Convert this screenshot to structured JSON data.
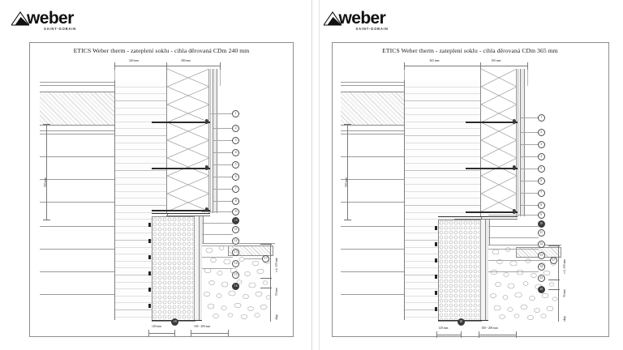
{
  "document": {
    "background": "#ffffff",
    "page_count": 2
  },
  "brand": {
    "name": "weber",
    "tagline": "SAINT-GOBAIN",
    "mark": "weber-triangle-logo-icon"
  },
  "pages": [
    {
      "id": "page-left",
      "title": "ETICS Weber therm - zateplení soklu - cihla děrovaná CDm 240 mm",
      "top_dimensions": [
        {
          "label": "240 mm"
        },
        {
          "label": "300 mm"
        }
      ],
      "left_dimension": {
        "label": "500 mm"
      },
      "bottom_dimensions": [
        {
          "label": "140 mm"
        },
        {
          "label": "100 - 200 mm"
        }
      ],
      "right_dimensions": [
        {
          "label": "o.b. 300 mm"
        },
        {
          "label": "50 mm"
        },
        {
          "label": "okap"
        }
      ],
      "callouts": [
        {
          "number": "1"
        },
        {
          "number": "2"
        },
        {
          "number": "3"
        },
        {
          "number": "4"
        },
        {
          "number": "5"
        },
        {
          "number": "6"
        },
        {
          "number": "7"
        },
        {
          "number": "8"
        },
        {
          "number": "9"
        },
        {
          "number": "10"
        },
        {
          "number": "11"
        },
        {
          "number": "12"
        },
        {
          "number": "13"
        },
        {
          "number": "14"
        },
        {
          "number": "15"
        },
        {
          "number": "16"
        },
        {
          "number": "17"
        },
        {
          "number": "18"
        }
      ]
    },
    {
      "id": "page-right",
      "title": "ETICS Weber therm - zateplení soklu - cihla děrovaná CDm 365 mm",
      "top_dimensions": [
        {
          "label": "365 mm"
        },
        {
          "label": "160 mm"
        }
      ],
      "left_dimension": {
        "label": "500 mm"
      },
      "bottom_dimensions": [
        {
          "label": "120 mm"
        },
        {
          "label": "100 - 200 mm"
        }
      ],
      "right_dimensions": [
        {
          "label": "o.b. 300 mm"
        },
        {
          "label": "50 mm"
        },
        {
          "label": "okap"
        }
      ],
      "callouts": [
        {
          "number": "1"
        },
        {
          "number": "2"
        },
        {
          "number": "3"
        },
        {
          "number": "4"
        },
        {
          "number": "5"
        },
        {
          "number": "6"
        },
        {
          "number": "7"
        },
        {
          "number": "8"
        },
        {
          "number": "9"
        },
        {
          "number": "10"
        },
        {
          "number": "11"
        },
        {
          "number": "12"
        },
        {
          "number": "13"
        },
        {
          "number": "14"
        },
        {
          "number": "15"
        },
        {
          "number": "16"
        },
        {
          "number": "17"
        },
        {
          "number": "18"
        }
      ]
    }
  ],
  "colors": {
    "line": "#6f6f6f",
    "line_dark": "#2e2e2e",
    "frame": "#8d8d8d",
    "text": "#1b1b1b",
    "paper": "#ffffff"
  }
}
